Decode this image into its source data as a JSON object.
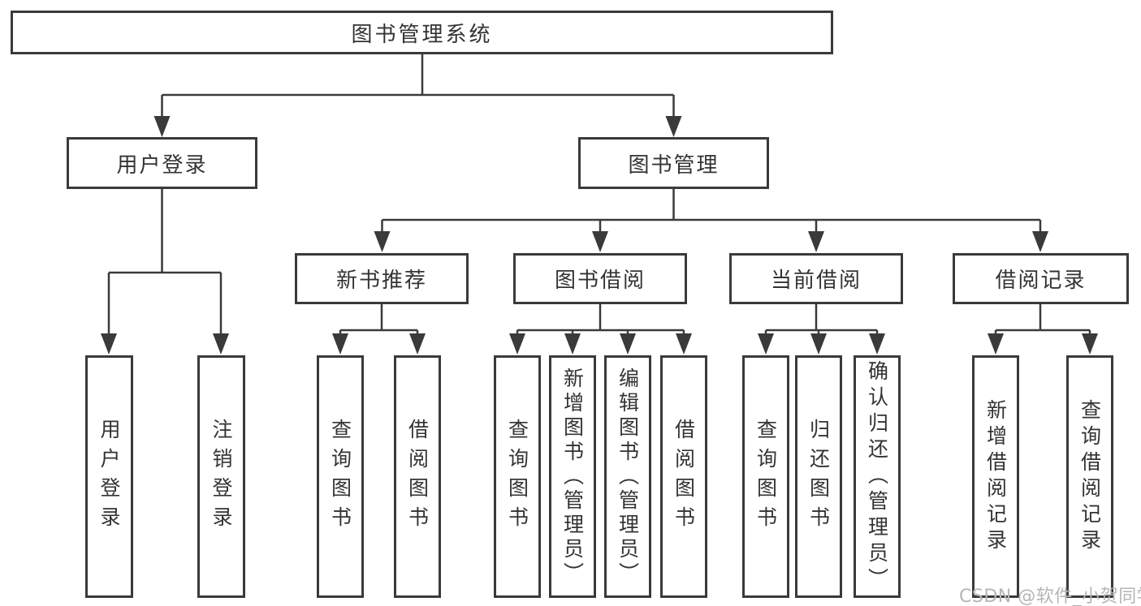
{
  "diagram": {
    "title": "图书管理系统",
    "watermark": "CSDN @软件_小贺同学",
    "colors": {
      "line": "#3a3a3a",
      "text": "#333333",
      "watermark": "#b3b6ba",
      "background": "#ffffff"
    },
    "tree": {
      "label": "图书管理系统",
      "children": [
        {
          "label": "用户登录",
          "children": [
            {
              "label": "用户登录"
            },
            {
              "label": "注销登录"
            }
          ]
        },
        {
          "label": "图书管理",
          "children": [
            {
              "label": "新书推荐",
              "children": [
                {
                  "label": "查询图书"
                },
                {
                  "label": "借阅图书"
                }
              ]
            },
            {
              "label": "图书借阅",
              "children": [
                {
                  "label": "查询图书"
                },
                {
                  "label": "新增图书（管理员）"
                },
                {
                  "label": "编辑图书（管理员）"
                },
                {
                  "label": "借阅图书"
                }
              ]
            },
            {
              "label": "当前借阅",
              "children": [
                {
                  "label": "查询图书"
                },
                {
                  "label": "归还图书"
                },
                {
                  "label": "确认归还（管理员）"
                }
              ]
            },
            {
              "label": "借阅记录",
              "children": [
                {
                  "label": "新增借阅记录"
                },
                {
                  "label": "查询借阅记录"
                }
              ]
            }
          ]
        }
      ]
    }
  }
}
